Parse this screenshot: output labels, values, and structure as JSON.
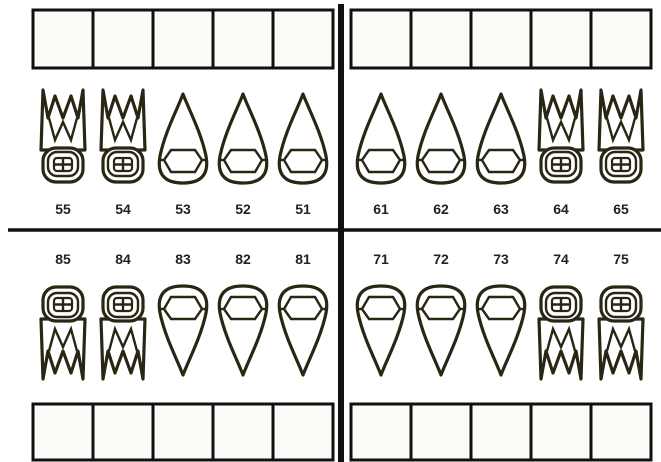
{
  "chart": {
    "upper_right": [
      "55",
      "54",
      "53",
      "52",
      "51"
    ],
    "upper_left": [
      "61",
      "62",
      "63",
      "64",
      "65"
    ],
    "lower_right": [
      "85",
      "84",
      "83",
      "82",
      "81"
    ],
    "lower_left": [
      "71",
      "72",
      "73",
      "74",
      "75"
    ]
  },
  "colors": {
    "outline": "#2a2614",
    "divider": "#111111",
    "box_fill": "#fbfbf7"
  }
}
